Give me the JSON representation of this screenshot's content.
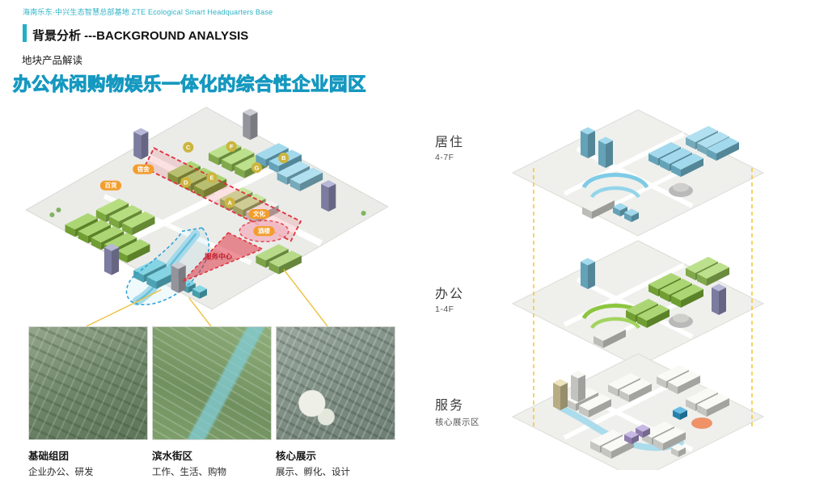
{
  "header": {
    "project_line": "海南乐东·中兴生态智慧总部基地 ZTE Ecological Smart Headquarters Base",
    "section_cn": "背景分析",
    "section_en": " ---BACKGROUND ANALYSIS",
    "subsection": "地块产品解读"
  },
  "title": "办公休闲购物娱乐一体化的综合性企业园区",
  "masterplan": {
    "zone_labels": {
      "dorm": "宿舍",
      "store": "百货",
      "culture": "文化",
      "restaurant": "酒楼",
      "service_center": "服务中心"
    },
    "blocks": [
      "A",
      "B",
      "C",
      "D",
      "E",
      "F",
      "G"
    ]
  },
  "photos": [
    {
      "title": "基础组团",
      "subtitle": "企业办公、研发"
    },
    {
      "title": "滨水街区",
      "subtitle": "工作、生活、购物"
    },
    {
      "title": "核心展示",
      "subtitle": "展示、孵化、设计"
    }
  ],
  "layers": [
    {
      "name": "居住",
      "floors": "4-7F"
    },
    {
      "name": "办公",
      "floors": "1-4F"
    },
    {
      "name": "服务",
      "floors": "核心展示区"
    }
  ],
  "colors": {
    "accent_teal": "#1fb0c8",
    "title_cyan": "#2fb8d9",
    "office_green": "#8cc63f",
    "residential_blue": "#7ecbe6",
    "axis_red": "#e0313c",
    "connector_yellow": "#f3c83e",
    "badge_orange": "#f39d2d"
  }
}
